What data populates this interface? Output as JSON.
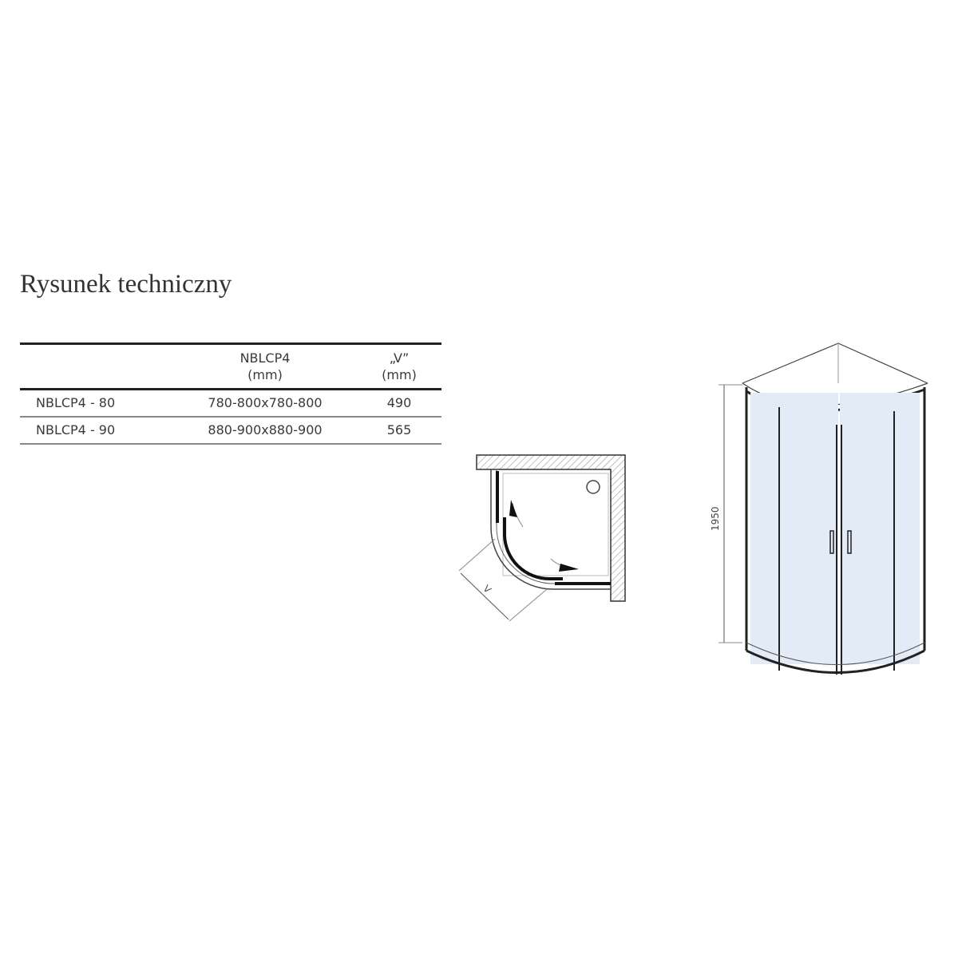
{
  "title": "Rysunek techniczny",
  "table": {
    "headers": [
      {
        "line1": "",
        "line2": ""
      },
      {
        "line1": "NBLCP4",
        "line2": "(mm)"
      },
      {
        "line1": "„V”",
        "line2": "(mm)"
      }
    ],
    "rows": [
      {
        "model": "NBLCP4 - 80",
        "size": "780-800x780-800",
        "v": "490"
      },
      {
        "model": "NBLCP4 - 90",
        "size": "880-900x880-900",
        "v": "565"
      }
    ]
  },
  "plan_view": {
    "dimension_label": "V"
  },
  "elevation_view": {
    "height_label": "1950"
  }
}
